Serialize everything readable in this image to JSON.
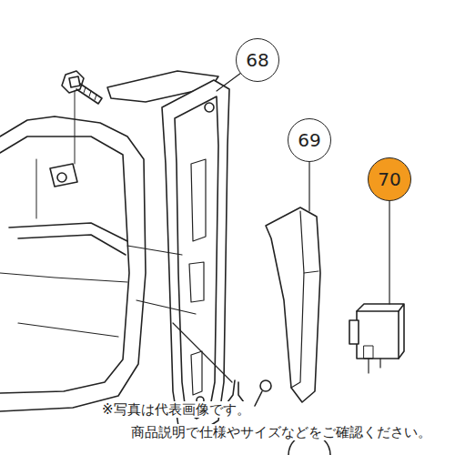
{
  "diagram": {
    "nodes": [
      {
        "text": [
          "68"
        ]
      },
      {
        "text": [
          "69"
        ]
      },
      {
        "text": [
          "70"
        ]
      }
    ],
    "labels": [
      "※写真は代表画像です。",
      "商品説明で仕様やサイズなどをご確認ください。"
    ]
  }
}
